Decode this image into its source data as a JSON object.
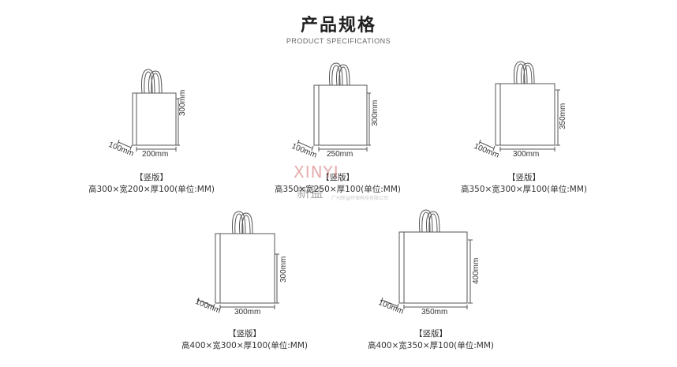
{
  "header": {
    "title": "产品规格",
    "subtitle": "PRODUCT SPECIFICATIONS"
  },
  "bags": [
    {
      "width_label": "200mm",
      "height_label": "300mm",
      "depth_label": "100mm",
      "orientation": "【竖版】",
      "spec": "高300×宽200×厚100(单位:MM)"
    },
    {
      "width_label": "250mm",
      "height_label": "300mm",
      "depth_label": "100mm",
      "orientation": "【竖版】",
      "spec": "高350×宽250×厚100(单位:MM)"
    },
    {
      "width_label": "300mm",
      "height_label": "350mm",
      "depth_label": "100mm",
      "orientation": "【竖版】",
      "spec": "高350×宽300×厚100(单位:MM)"
    },
    {
      "width_label": "300mm",
      "height_label": "300mm",
      "depth_label": "100mm",
      "orientation": "【竖版】",
      "spec": "高400×宽300×厚100(单位:MM)"
    },
    {
      "width_label": "350mm",
      "height_label": "400mm",
      "depth_label": "100mm",
      "orientation": "【竖版】",
      "spec": "高400×宽350×厚100(单位:MM)"
    }
  ],
  "watermark": {
    "logo": "XINYI",
    "name": "新益",
    "tagline": "广州新益环保科技有限公司"
  }
}
